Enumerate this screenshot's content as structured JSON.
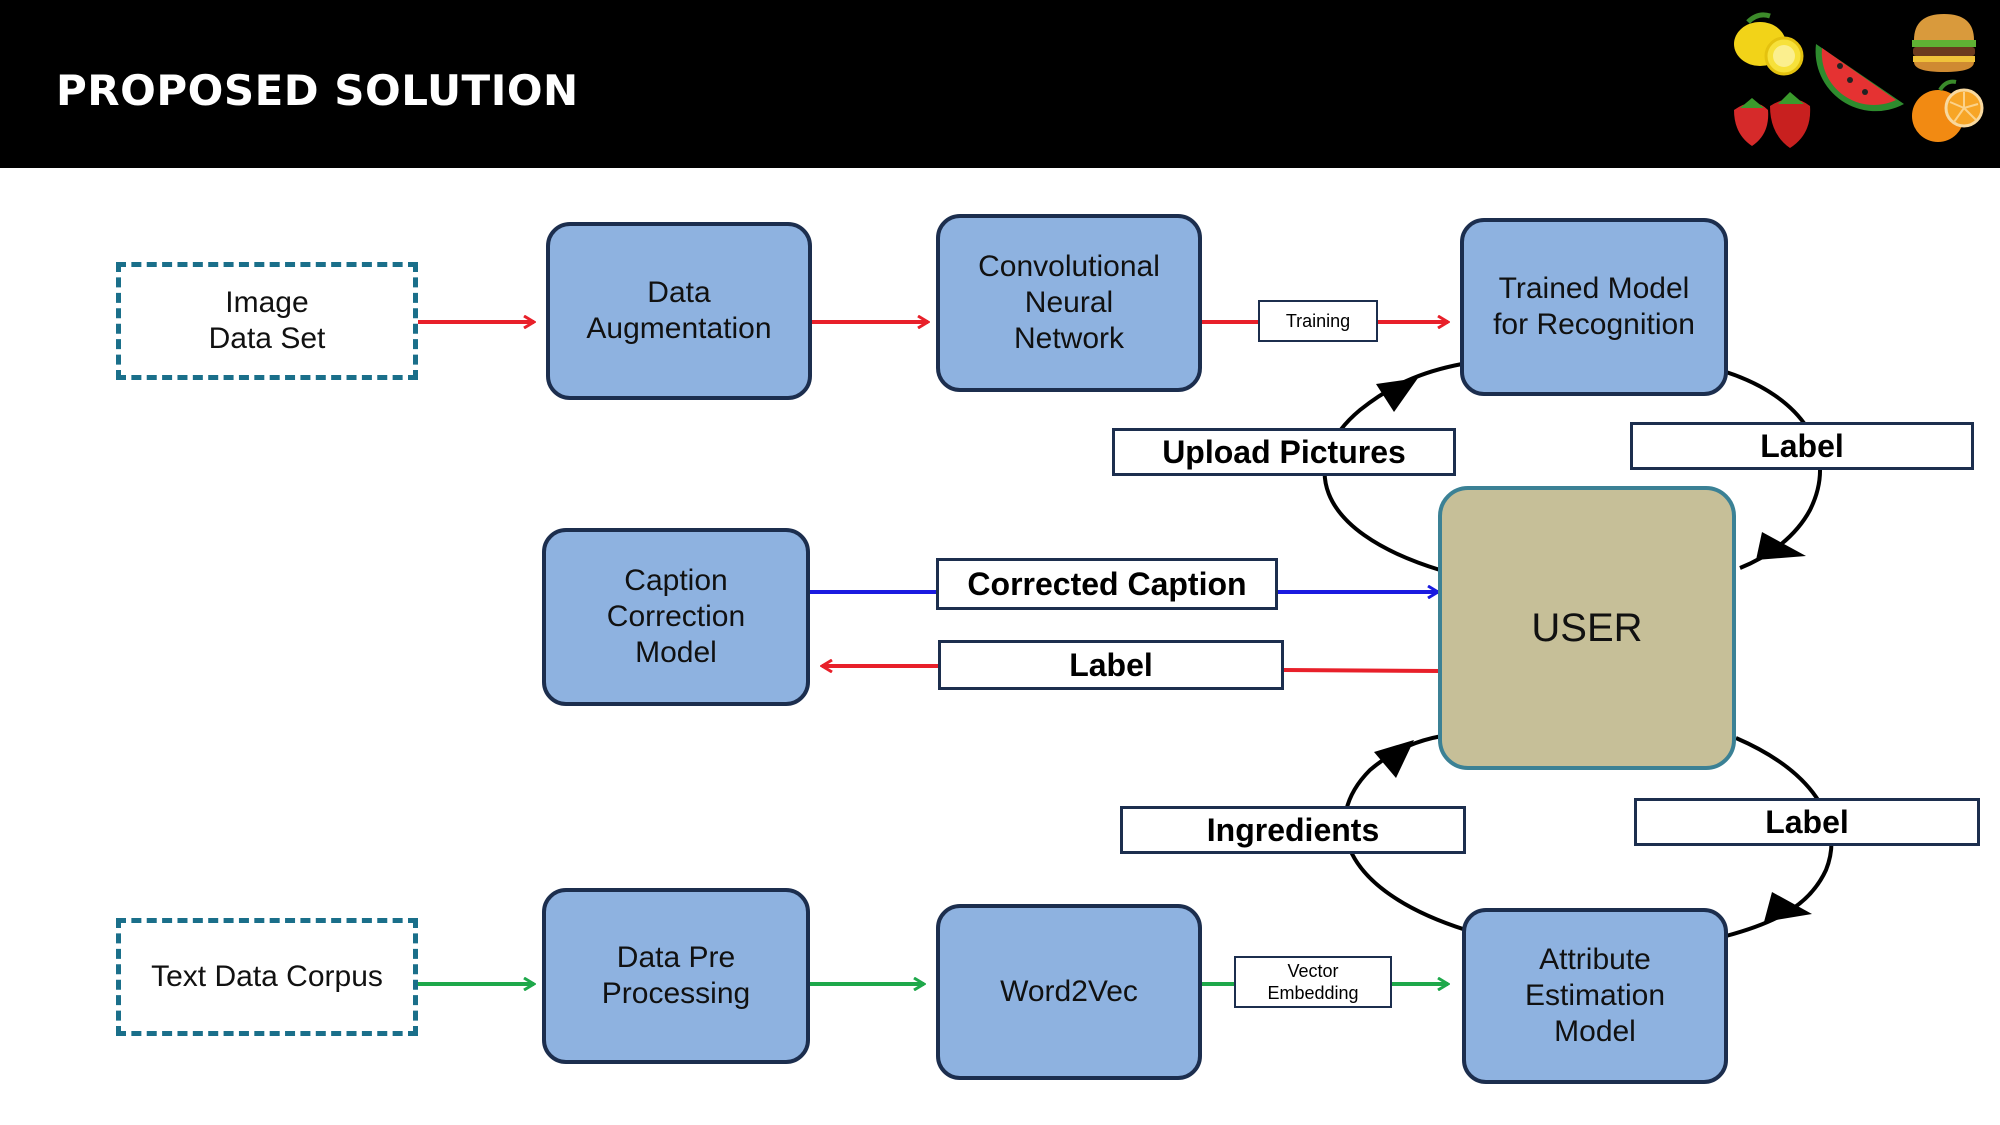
{
  "header": {
    "title": "PROPOSED SOLUTION"
  },
  "decor": {
    "fruit_icons": [
      "lemon-icon",
      "watermelon-icon",
      "burger-icon",
      "strawberry-icon",
      "orange-icon"
    ]
  },
  "nodes": {
    "image_data_set": "Image\nData Set",
    "data_augmentation": "Data\nAugmentation",
    "cnn": "Convolutional\nNeural\nNetwork",
    "trained_model": "Trained Model\nfor Recognition",
    "caption_correction": "Caption\nCorrection\nModel",
    "user": "USER",
    "text_data_corpus": "Text Data Corpus",
    "data_pre_processing": "Data Pre\nProcessing",
    "word2vec": "Word2Vec",
    "attribute_estimation": "Attribute\nEstimation\nModel"
  },
  "edge_labels": {
    "training": "Training",
    "upload_pictures": "Upload Pictures",
    "label_top": "Label",
    "corrected_caption": "Corrected Caption",
    "label_middle": "Label",
    "ingredients": "Ingredients",
    "label_bottom": "Label",
    "vector_embedding": "Vector\nEmbedding"
  },
  "colors": {
    "header_bg": "#000000",
    "node_fill": "#8eb2e0",
    "node_border": "#1c2e4e",
    "user_fill": "#c6bf98",
    "dashed_border": "#1a6f8a",
    "arrow_image_flow": "#e8202a",
    "arrow_text_flow": "#1ea84a",
    "arrow_caption": "#1a1ae0"
  }
}
